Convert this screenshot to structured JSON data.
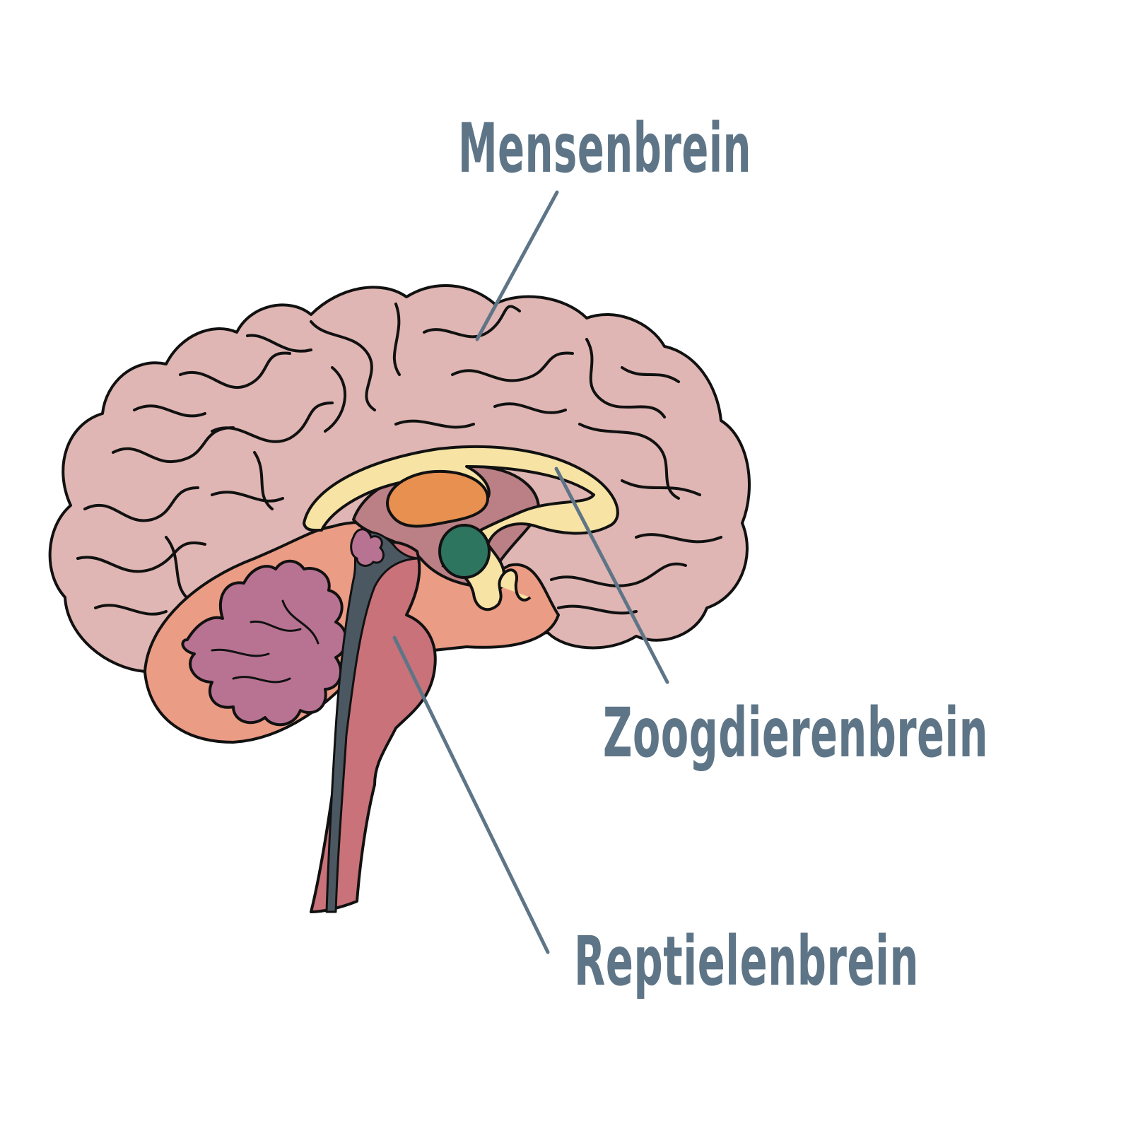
{
  "labels": {
    "mensenbrein": "Mensenbrein",
    "zoogdierenbrein": "Zoogdierenbrein",
    "reptielenbrein": "Reptielenbrein"
  },
  "colors": {
    "label_text": "#5e7587",
    "leader_line": "#5e7587",
    "cortex": "#dfb6b3",
    "outline": "#111111",
    "corpus_callosum": "#f7e3a4",
    "thalamus_region": "#bb8085",
    "orange_nucleus": "#e8904f",
    "green_nucleus": "#2e7560",
    "lower_region": "#eb9c85",
    "cerebellum": "#b87392",
    "brainstem": "#c97279",
    "canal": "#4b5862"
  }
}
